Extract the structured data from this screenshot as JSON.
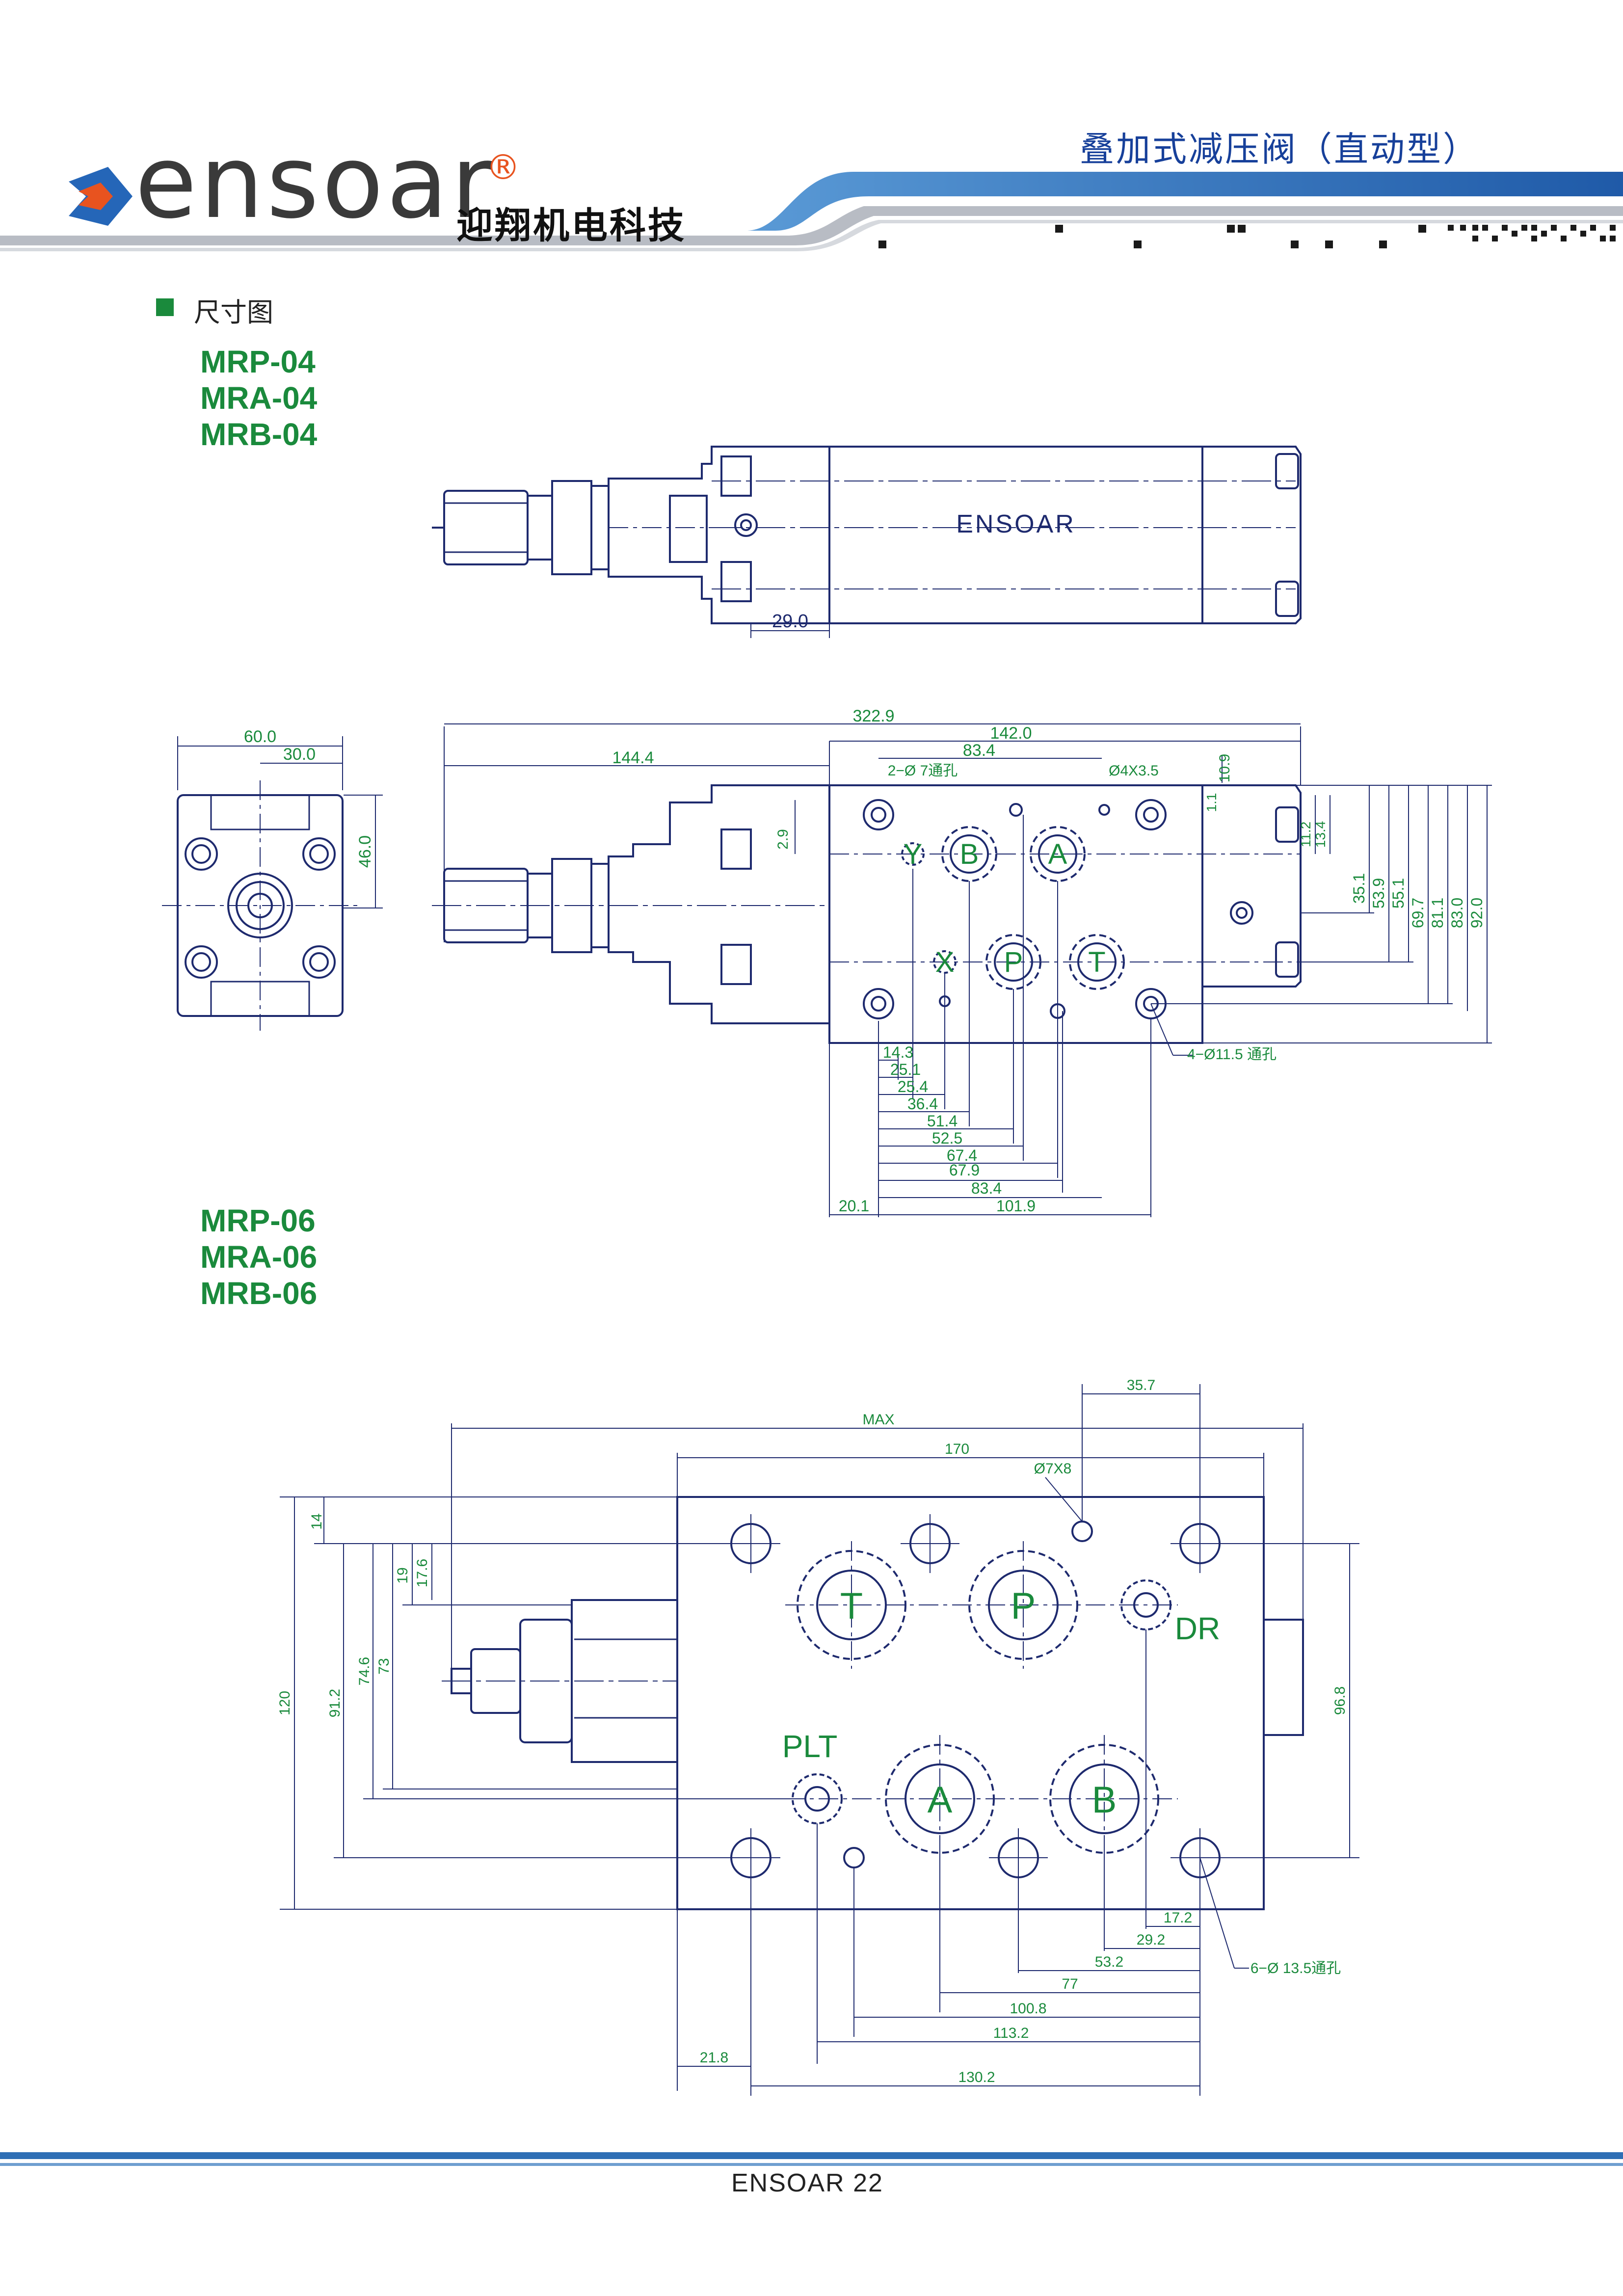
{
  "header": {
    "brand_logo_text": "ensoar",
    "brand_registered_mark": "®",
    "brand_chinese": "迎翔机电科技",
    "document_title": "叠加式减压阀（直动型）"
  },
  "section": {
    "label": "尺寸图"
  },
  "group_04": {
    "models": [
      "MRP-04",
      "MRA-04",
      "MRB-04"
    ],
    "body_text": "ENSOAR",
    "dims": {
      "d29_0": "29.0",
      "d60_0": "60.0",
      "d30_0": "30.0",
      "d46_0": "46.0",
      "d322_9": "322.9",
      "d142_0": "142.0",
      "d144_4": "144.4",
      "d83_4_top": "83.4",
      "hole2": "2−Ø 7通孔",
      "hole4": "Ø4X3.5",
      "d10_9": "10.9",
      "d1_1": "1.1",
      "d2_9": "2.9",
      "d11_2": "11.2",
      "d13_4": "13.4",
      "d35_1": "35.1",
      "d53_9": "53.9",
      "d55_1": "55.1",
      "d69_7": "69.7",
      "d81_1": "81.1",
      "d83_0": "83.0",
      "d92_0": "92.0",
      "hole_11_5": "4−Ø11.5 通孔",
      "d14_3": "14.3",
      "d25_1": "25.1",
      "d25_4": "25.4",
      "d36_4": "36.4",
      "d51_4": "51.4",
      "d52_5": "52.5",
      "d67_4": "67.4",
      "d67_9": "67.9",
      "d83_4": "83.4",
      "d101_9": "101.9",
      "d20_1": "20.1"
    },
    "ports": {
      "y": "Y",
      "b": "B",
      "a": "A",
      "x": "X",
      "p": "P",
      "t": "T"
    }
  },
  "group_06": {
    "models": [
      "MRP-06",
      "MRA-06",
      "MRB-06"
    ],
    "dims": {
      "d35_7": "35.7",
      "max": "MAX",
      "d170": "170",
      "hole7": "Ø7X8",
      "d14": "14",
      "d19": "19",
      "d17_6": "17.6",
      "d120": "120",
      "d91_2": "91.2",
      "d74_6": "74.6",
      "d73": "73",
      "d96_8": "96.8",
      "d17_2": "17.2",
      "d29_2": "29.2",
      "hole13_5": "6−Ø 13.5通孔",
      "d53_2": "53.2",
      "d77": "77",
      "d100_8": "100.8",
      "d113_2": "113.2",
      "d21_8": "21.8",
      "d130_2": "130.2"
    },
    "ports": {
      "t": "T",
      "p": "P",
      "dr": "DR",
      "plt": "PLT",
      "a": "A",
      "b": "B"
    }
  },
  "footer": {
    "brand": "ENSOAR",
    "page_number": "22"
  },
  "colors": {
    "drawing_line": "#1e2a6e",
    "dimension_green": "#1a8a3c",
    "title_blue": "#17409a",
    "header_blue": "#2f6fb5",
    "logo_orange": "#e8531f"
  }
}
